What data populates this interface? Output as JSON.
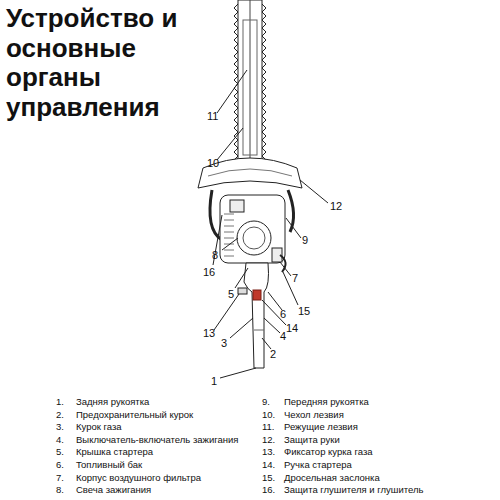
{
  "diagram": {
    "title": "Устройство и основные органы управления",
    "labels": [
      "11",
      "10",
      "12",
      "9",
      "16",
      "8",
      "7",
      "5",
      "15",
      "6",
      "14",
      "13",
      "3",
      "4",
      "2",
      "1",
      "1.",
      "Задняя рукоятка",
      "2.",
      "Предохранительный курок",
      "3.",
      "Курок газа",
      "4.",
      "Выключатель-включатель зажигания",
      "5.",
      "Крышка стартера",
      "6.",
      "Топливный бак",
      "7.",
      "Корпус воздушного фильтра",
      "8.",
      "Свеча зажигания",
      "9.",
      "Передняя рукоятка",
      "10.",
      "Чехол лезвия",
      "11.",
      "Режущие лезвия",
      "12.",
      "Защита руки",
      "13.",
      "Фиксатор курка газа",
      "14.",
      "Ручка стартера",
      "15.",
      "Дросельная заслонка",
      "16.",
      "Защита глушителя и глушитель"
    ]
  }
}
